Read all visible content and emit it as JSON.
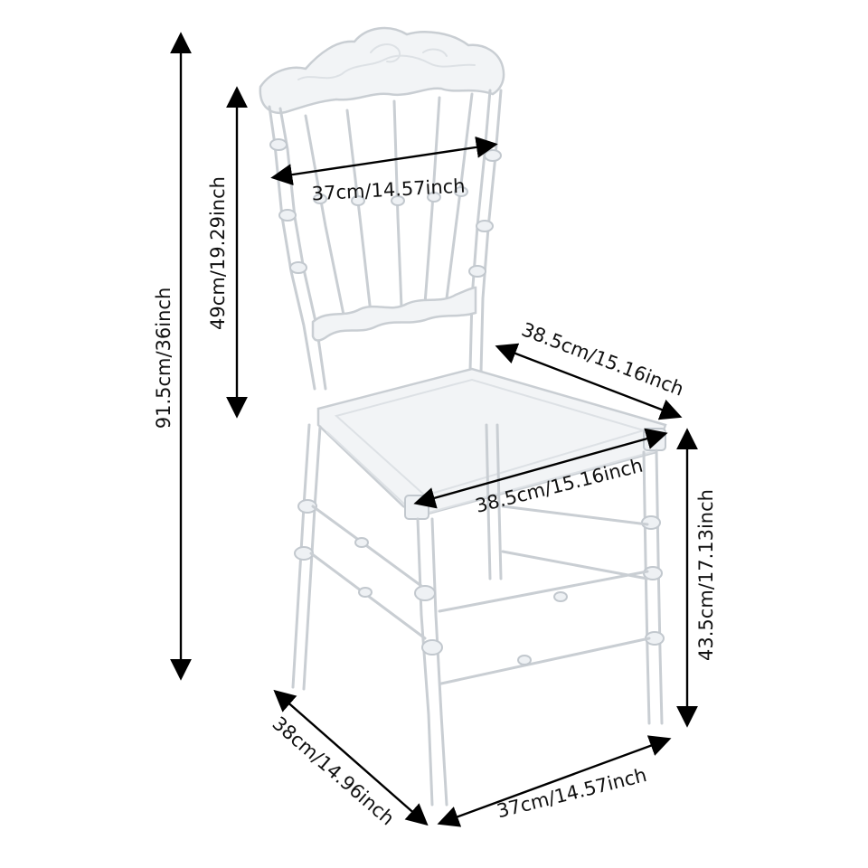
{
  "dimensions": {
    "overall_height": "91.5cm/36inch",
    "backrest_height": "49cm/19.29inch",
    "backrest_width": "37cm/14.57inch",
    "seat_depth": "38.5cm/15.16inch",
    "seat_width": "38.5cm/15.16inch",
    "seat_height": "43.5cm/17.13inch",
    "base_depth": "38cm/14.96inch",
    "base_width": "37cm/14.57inch"
  },
  "colors": {
    "dimension_line": "#000000",
    "chair_outline": "#c9ced3",
    "background": "#ffffff"
  },
  "icons": {
    "product": "transparent-chiavari-chair",
    "arrowheads": "double-headed-arrow"
  }
}
